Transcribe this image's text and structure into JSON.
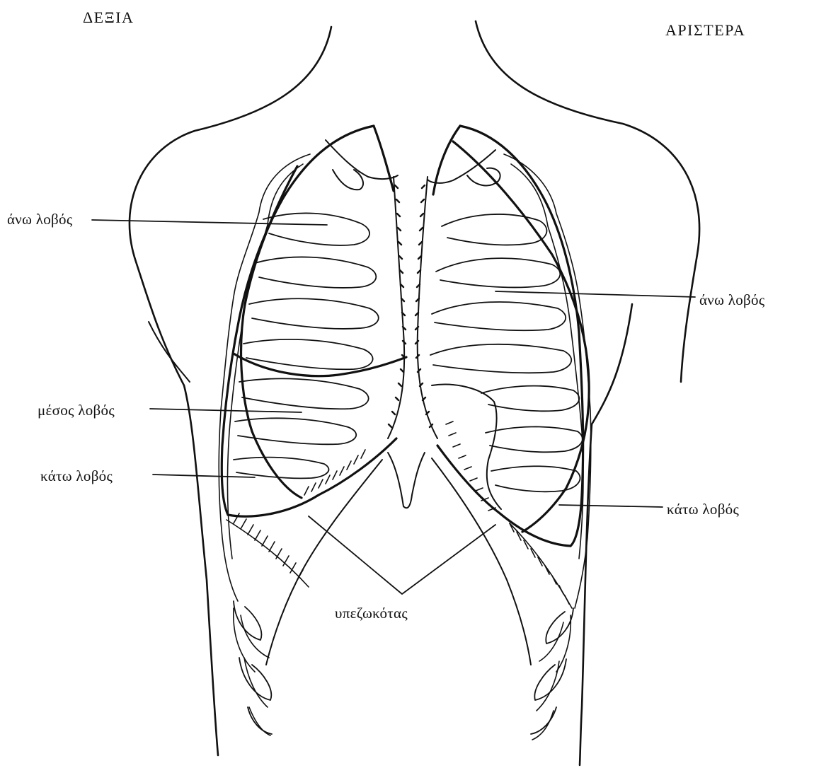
{
  "labels": {
    "right_side": "ΔΕΞΙΑ",
    "left_side": "ΑΡΙΣΤΕΡΑ",
    "right_upper_lobe": "άνω λοβός",
    "left_upper_lobe": "άνω λοβός",
    "right_middle_lobe": "μέσος λοβός",
    "right_lower_lobe": "κάτω λοβός",
    "left_lower_lobe": "κάτω λοβός",
    "diaphragm": "υπεζωκότας"
  },
  "colors": {
    "ink": "#111111",
    "background": "#ffffff"
  }
}
